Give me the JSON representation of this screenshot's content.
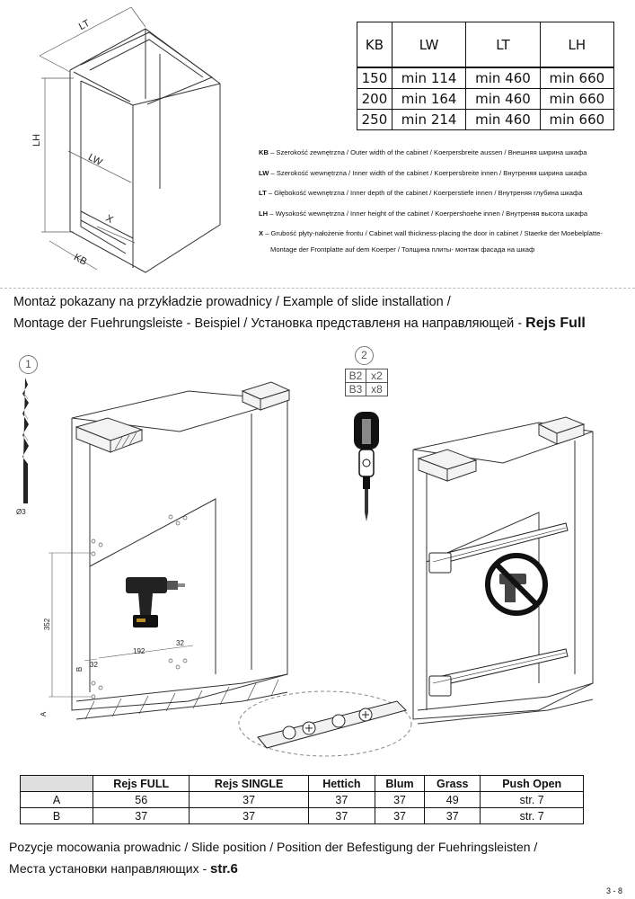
{
  "dims_table": {
    "headers": [
      "KB",
      "LW",
      "LT",
      "LH"
    ],
    "rows": [
      [
        "150",
        "min 114",
        "min 460",
        "min 660"
      ],
      [
        "200",
        "min 164",
        "min 460",
        "min 660"
      ],
      [
        "250",
        "min 214",
        "min 460",
        "min 660"
      ]
    ]
  },
  "legend": [
    {
      "key": "KB",
      "text": " – Szerokość zewnętrzna / Outer width of the cabinet / Koerpersbreite aussen / Внешняя ширина шкафа"
    },
    {
      "key": "LW",
      "text": " – Szerokość wewnętrzna / Inner width of the cabinet / Koerpersbreite innen / Внутреняя ширина шкафа"
    },
    {
      "key": "LT",
      "text": " – Głębokość wewnętrzna / Inner depth of the cabinet / Koerperstiefe innen / Внутреняя глубина шкафа"
    },
    {
      "key": "LH",
      "text": " – Wysokość wewnętrzna / Inner height of the cabinet / Koerpershoehe innen / Внутреняя высота шкафа"
    },
    {
      "key": "X",
      "text": " – Grubość płyty-nałożenie frontu / Cabinet wall thickness-placing the door in cabinet / Staerke der Moebelplatte-"
    },
    {
      "key": "",
      "text": "Montage der Frontplatte auf dem Koerper / Толщина плиты- монтаж фасада на шкаф"
    }
  ],
  "cabinet_labels": {
    "lt": "LT",
    "lh": "LH",
    "lw": "LW",
    "x": "X",
    "kb": "KB"
  },
  "heading": {
    "line1": "Montaż pokazany na przykładzie prowadnicy / Example of slide installation /",
    "line2": "Montage der Fuehrungsleiste - Beispiel / Установка представленя на направляющей - ",
    "line2_bold": "Rejs Full"
  },
  "steps": {
    "step1": "1",
    "step1_drill": "Ø3",
    "step2": "2",
    "screws": [
      {
        "code": "B2",
        "qty": "x2"
      },
      {
        "code": "B3",
        "qty": "x8"
      }
    ]
  },
  "drawing_dims": {
    "d352": "352",
    "d192": "192",
    "d32a": "32",
    "d32b": "32",
    "B": "B",
    "A": "A"
  },
  "pos_table": {
    "headers": [
      "",
      "Rejs FULL",
      "Rejs SINGLE",
      "Hettich",
      "Blum",
      "Grass",
      "Push Open"
    ],
    "rows": [
      [
        "A",
        "56",
        "37",
        "37",
        "37",
        "49",
        "str. 7"
      ],
      [
        "B",
        "37",
        "37",
        "37",
        "37",
        "37",
        "str. 7"
      ]
    ]
  },
  "footer": {
    "line1": "Pozycje mocowania prowadnic / Slide position / Position der Befestigung der Fuehringsleisten /",
    "line2": "Места установки направляющих - ",
    "line2_bold": "str.6"
  },
  "page_number": "3 - 8"
}
